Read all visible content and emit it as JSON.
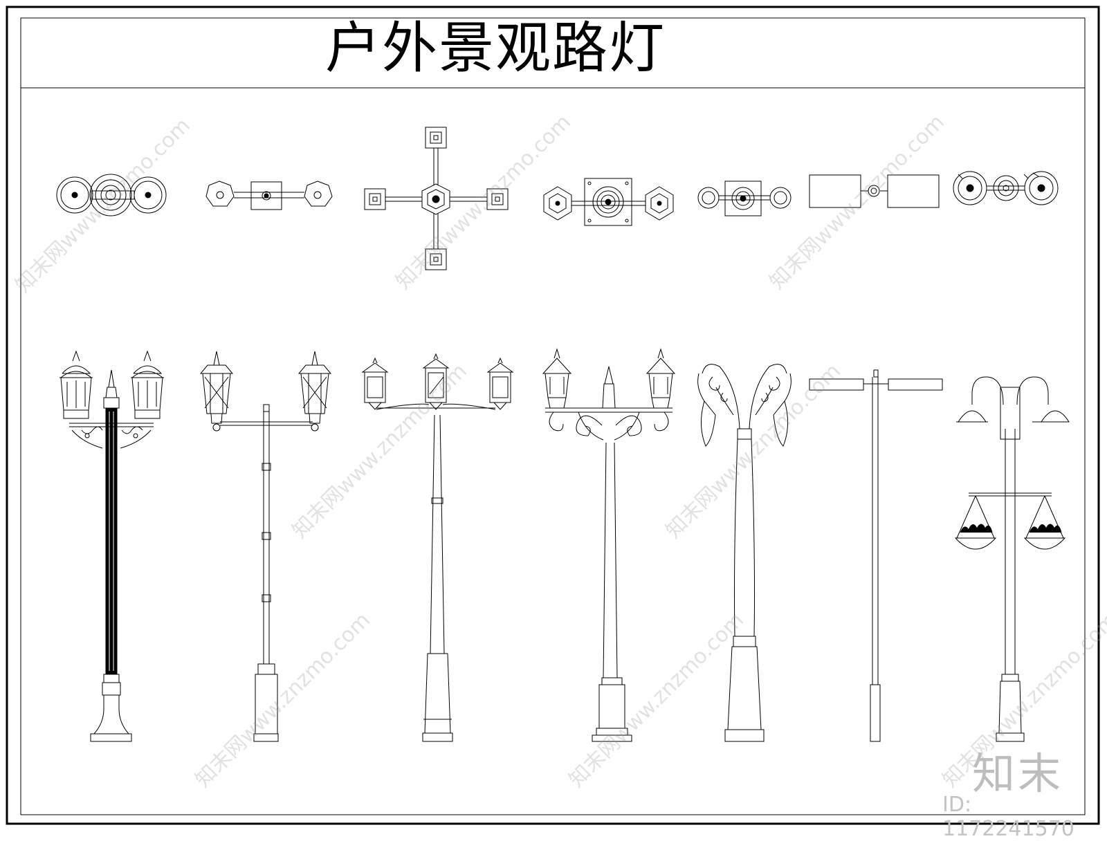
{
  "drawing": {
    "title": "户外景观路灯",
    "logo_text": "知末",
    "id_label": "ID: 1172241570",
    "watermark": "知末网www.znzmo.com"
  }
}
